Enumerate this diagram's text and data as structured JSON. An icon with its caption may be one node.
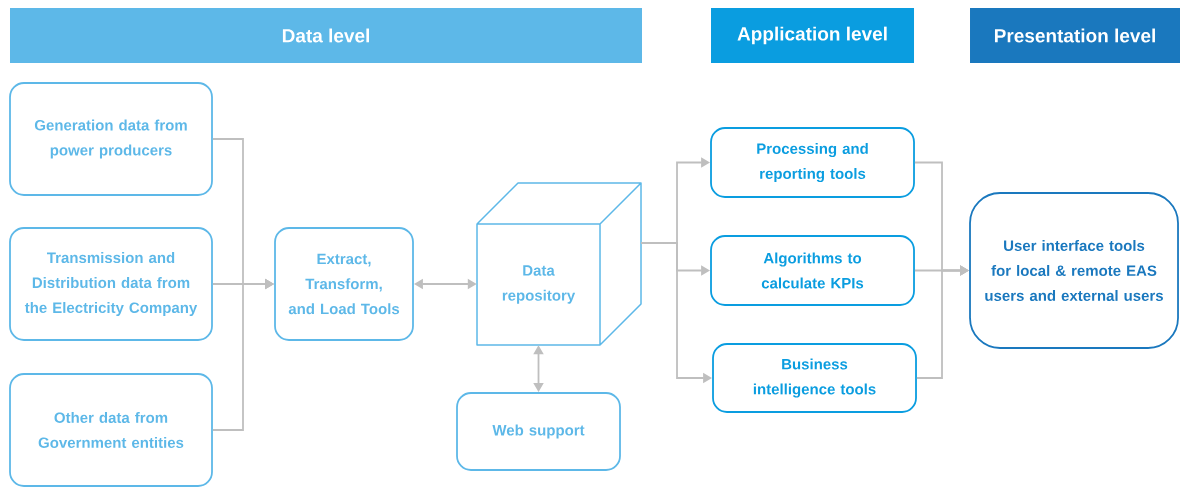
{
  "diagram": {
    "nodes": [
      {
        "text": [
          "Data level"
        ]
      },
      {
        "text": [
          "Application level"
        ]
      },
      {
        "text": [
          "Presentation level"
        ]
      },
      {
        "text": [
          "Generation data from power producers"
        ]
      },
      {
        "text": [
          "Transmission and Distribution data from the Electricity Company"
        ]
      },
      {
        "text": [
          "Other data from Government entities"
        ]
      },
      {
        "text": [
          "Extract, Transform, and Load Tools"
        ]
      },
      {
        "text": [
          "Data repository"
        ]
      },
      {
        "text": [
          "Web support"
        ]
      },
      {
        "text": [
          "Processing and reporting tools"
        ]
      },
      {
        "text": [
          "Algorithms to calculate KPIs"
        ]
      },
      {
        "text": [
          "Business intelligence tools"
        ]
      },
      {
        "text": [
          "User interface tools for local & remote EAS users and external users"
        ]
      }
    ],
    "edges": [
      {
        "from": 3,
        "to": 6,
        "arrow": "to"
      },
      {
        "from": 4,
        "to": 6,
        "arrow": "to"
      },
      {
        "from": 5,
        "to": 6,
        "arrow": "to"
      },
      {
        "from": 6,
        "to": 7,
        "arrow": "both"
      },
      {
        "from": 7,
        "to": 8,
        "arrow": "both"
      },
      {
        "from": 7,
        "to": 9,
        "arrow": "to"
      },
      {
        "from": 7,
        "to": 10,
        "arrow": "to"
      },
      {
        "from": 7,
        "to": 11,
        "arrow": "to"
      },
      {
        "from": 9,
        "to": 12,
        "arrow": "to"
      },
      {
        "from": 10,
        "to": 12,
        "arrow": "to"
      },
      {
        "from": 11,
        "to": 12,
        "arrow": "to"
      }
    ]
  }
}
